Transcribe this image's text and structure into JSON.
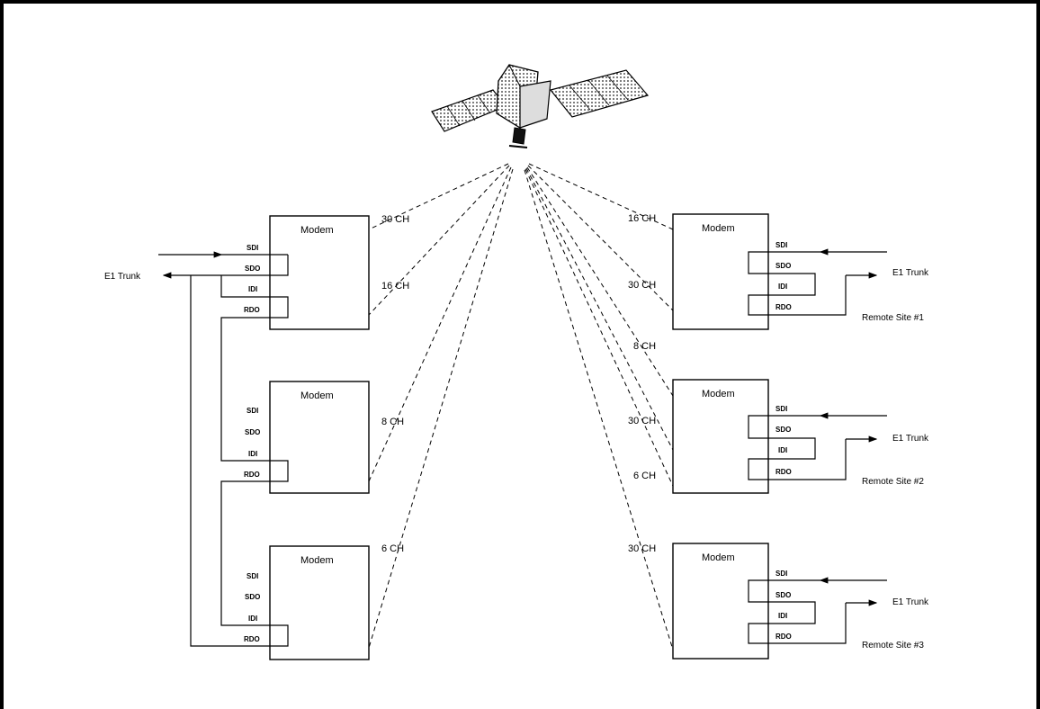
{
  "modem_title": "Modem",
  "ports": {
    "sdi": "SDI",
    "sdo": "SDO",
    "idi": "IDI",
    "rdo": "RDO"
  },
  "e1_trunk": "E1 Trunk",
  "channels": {
    "left_top_a": "30 CH",
    "left_top_b": "16 CH",
    "left_mid": "8 CH",
    "left_bot": "6 CH",
    "right_top_a": "16 CH",
    "right_top_b": "30 CH",
    "right_mid_a": "8 CH",
    "right_mid_b": "30 CH",
    "right_mid_c": "6 CH",
    "right_bot": "30 CH"
  },
  "remote_sites": [
    "Remote Site #1",
    "Remote Site #2",
    "Remote Site #3"
  ]
}
